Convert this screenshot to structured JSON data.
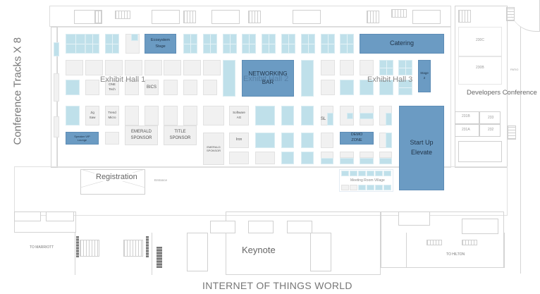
{
  "map": {
    "title": "INTERNET OF THINGS WORLD",
    "side_label": "Conference Tracks X 8",
    "halls": [
      {
        "id": "hall1",
        "label": "Exhibit Hall 1"
      },
      {
        "id": "hall2",
        "label": "Exhibit Hall 2"
      },
      {
        "id": "hall3",
        "label": "Exhibit Hall 3"
      }
    ],
    "features": {
      "ecosystem_stage": "Ecosystem Stage",
      "catering": "Catering",
      "networking_bar": "NETWORKING BAR",
      "stage2": "Stage 2",
      "speaker_vip_lounge": "Speaker VIP Lounge",
      "demo_zone": "DEMO ZONE",
      "start_up_elevate": "Start Up Elevate"
    },
    "sponsors": {
      "emerald1": "EMERALD SPONSOR",
      "title": "TITLE SPONSOR",
      "emerald2": "EMERALD SPONSOR"
    },
    "booths": {
      "one_tech": "ONE Tech",
      "bics": "BICS",
      "jig_saw": "Jig Saw",
      "trend_micro": "Trend Micro",
      "software_ag": "Software AG",
      "iron": "Iron",
      "sl": "SL"
    },
    "areas": {
      "registration": "Registration",
      "keynote": "Keynote",
      "developers_conference": "Developers Conference",
      "meeting_room_village": "Meeting Room Village",
      "entrance": "Entrance",
      "to_marriott": "TO MARRIOTT",
      "to_hilton": "TO HILTON"
    },
    "rooms": {
      "r230c": "230C",
      "r230b": "230B",
      "r231b": "231B",
      "r233": "233",
      "r231a": "231A",
      "r232": "232"
    },
    "colors": {
      "feature_blue": "#6b9bc3",
      "booth_blue": "#bfe0ea",
      "booth_gray": "#f1f1f1"
    }
  }
}
